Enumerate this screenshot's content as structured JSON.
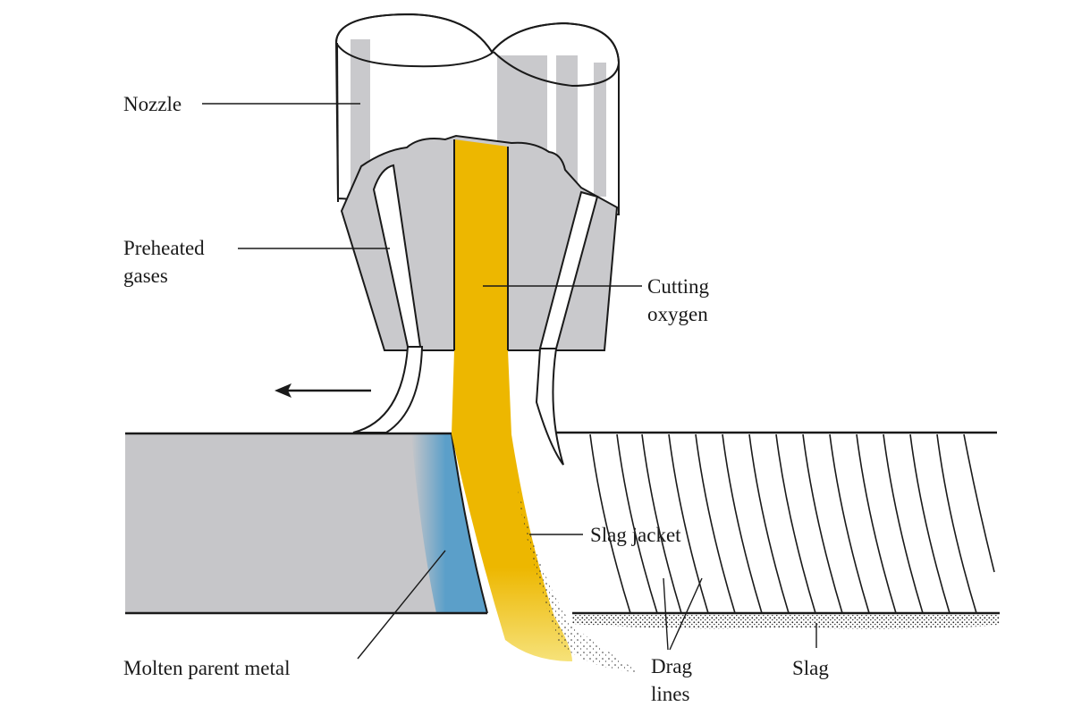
{
  "labels": {
    "nozzle": "Nozzle",
    "preheated_line1": "Preheated",
    "preheated_line2": "gases",
    "cutting_line1": "Cutting",
    "cutting_line2": "oxygen",
    "slag_jacket": "Slag jacket",
    "molten": "Molten parent metal",
    "drag_line1": "Drag",
    "drag_line2": "lines",
    "slag": "Slag"
  },
  "colors": {
    "nozzle_gray": "#c9c9cc",
    "metal_gray": "#c6c6c9",
    "oxygen_yellow": "#edb700",
    "molten_blue": "#5b9fc9",
    "outline": "#1a1a1a"
  },
  "arrow_direction": "left"
}
